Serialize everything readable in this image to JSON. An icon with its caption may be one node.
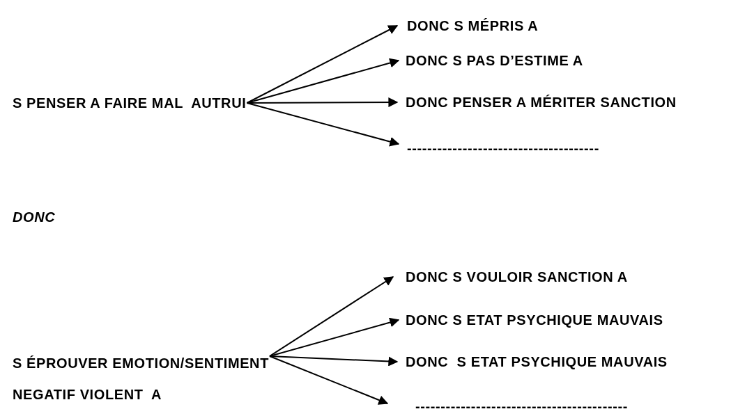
{
  "diagram": {
    "nodes": [
      {
        "text": [
          "S PENSER A FAIRE MAL  AUTRUI"
        ]
      },
      {
        "text": [
          "DONC S MÉPRIS A"
        ]
      },
      {
        "text": [
          "DONC S PAS D’ESTIME A"
        ]
      },
      {
        "text": [
          "DONC PENSER A MÉRITER SANCTION"
        ]
      },
      {
        "text": [
          "--------------------------------------"
        ]
      },
      {
        "text": [
          "S ÉPROUVER EMOTION/SENTIMENT",
          "NEGATIF VIOLENT  A"
        ]
      },
      {
        "text": [
          "DONC S VOULOIR SANCTION A"
        ]
      },
      {
        "text": [
          "DONC S ETAT PSYCHIQUE MAUVAIS"
        ]
      },
      {
        "text": [
          "DONC  S ETAT PSYCHIQUE MAUVAIS"
        ]
      },
      {
        "text": [
          "------------------------------------------"
        ]
      }
    ],
    "edges": [
      {
        "from": 0,
        "to": 1,
        "arrow": "to"
      },
      {
        "from": 0,
        "to": 2,
        "arrow": "to"
      },
      {
        "from": 0,
        "to": 3,
        "arrow": "to"
      },
      {
        "from": 0,
        "to": 4,
        "arrow": "to"
      },
      {
        "from": 5,
        "to": 6,
        "arrow": "to"
      },
      {
        "from": 5,
        "to": 7,
        "arrow": "to"
      },
      {
        "from": 5,
        "to": 8,
        "arrow": "to"
      },
      {
        "from": 5,
        "to": 9,
        "arrow": "to"
      }
    ],
    "labels": [
      "DONC"
    ]
  }
}
